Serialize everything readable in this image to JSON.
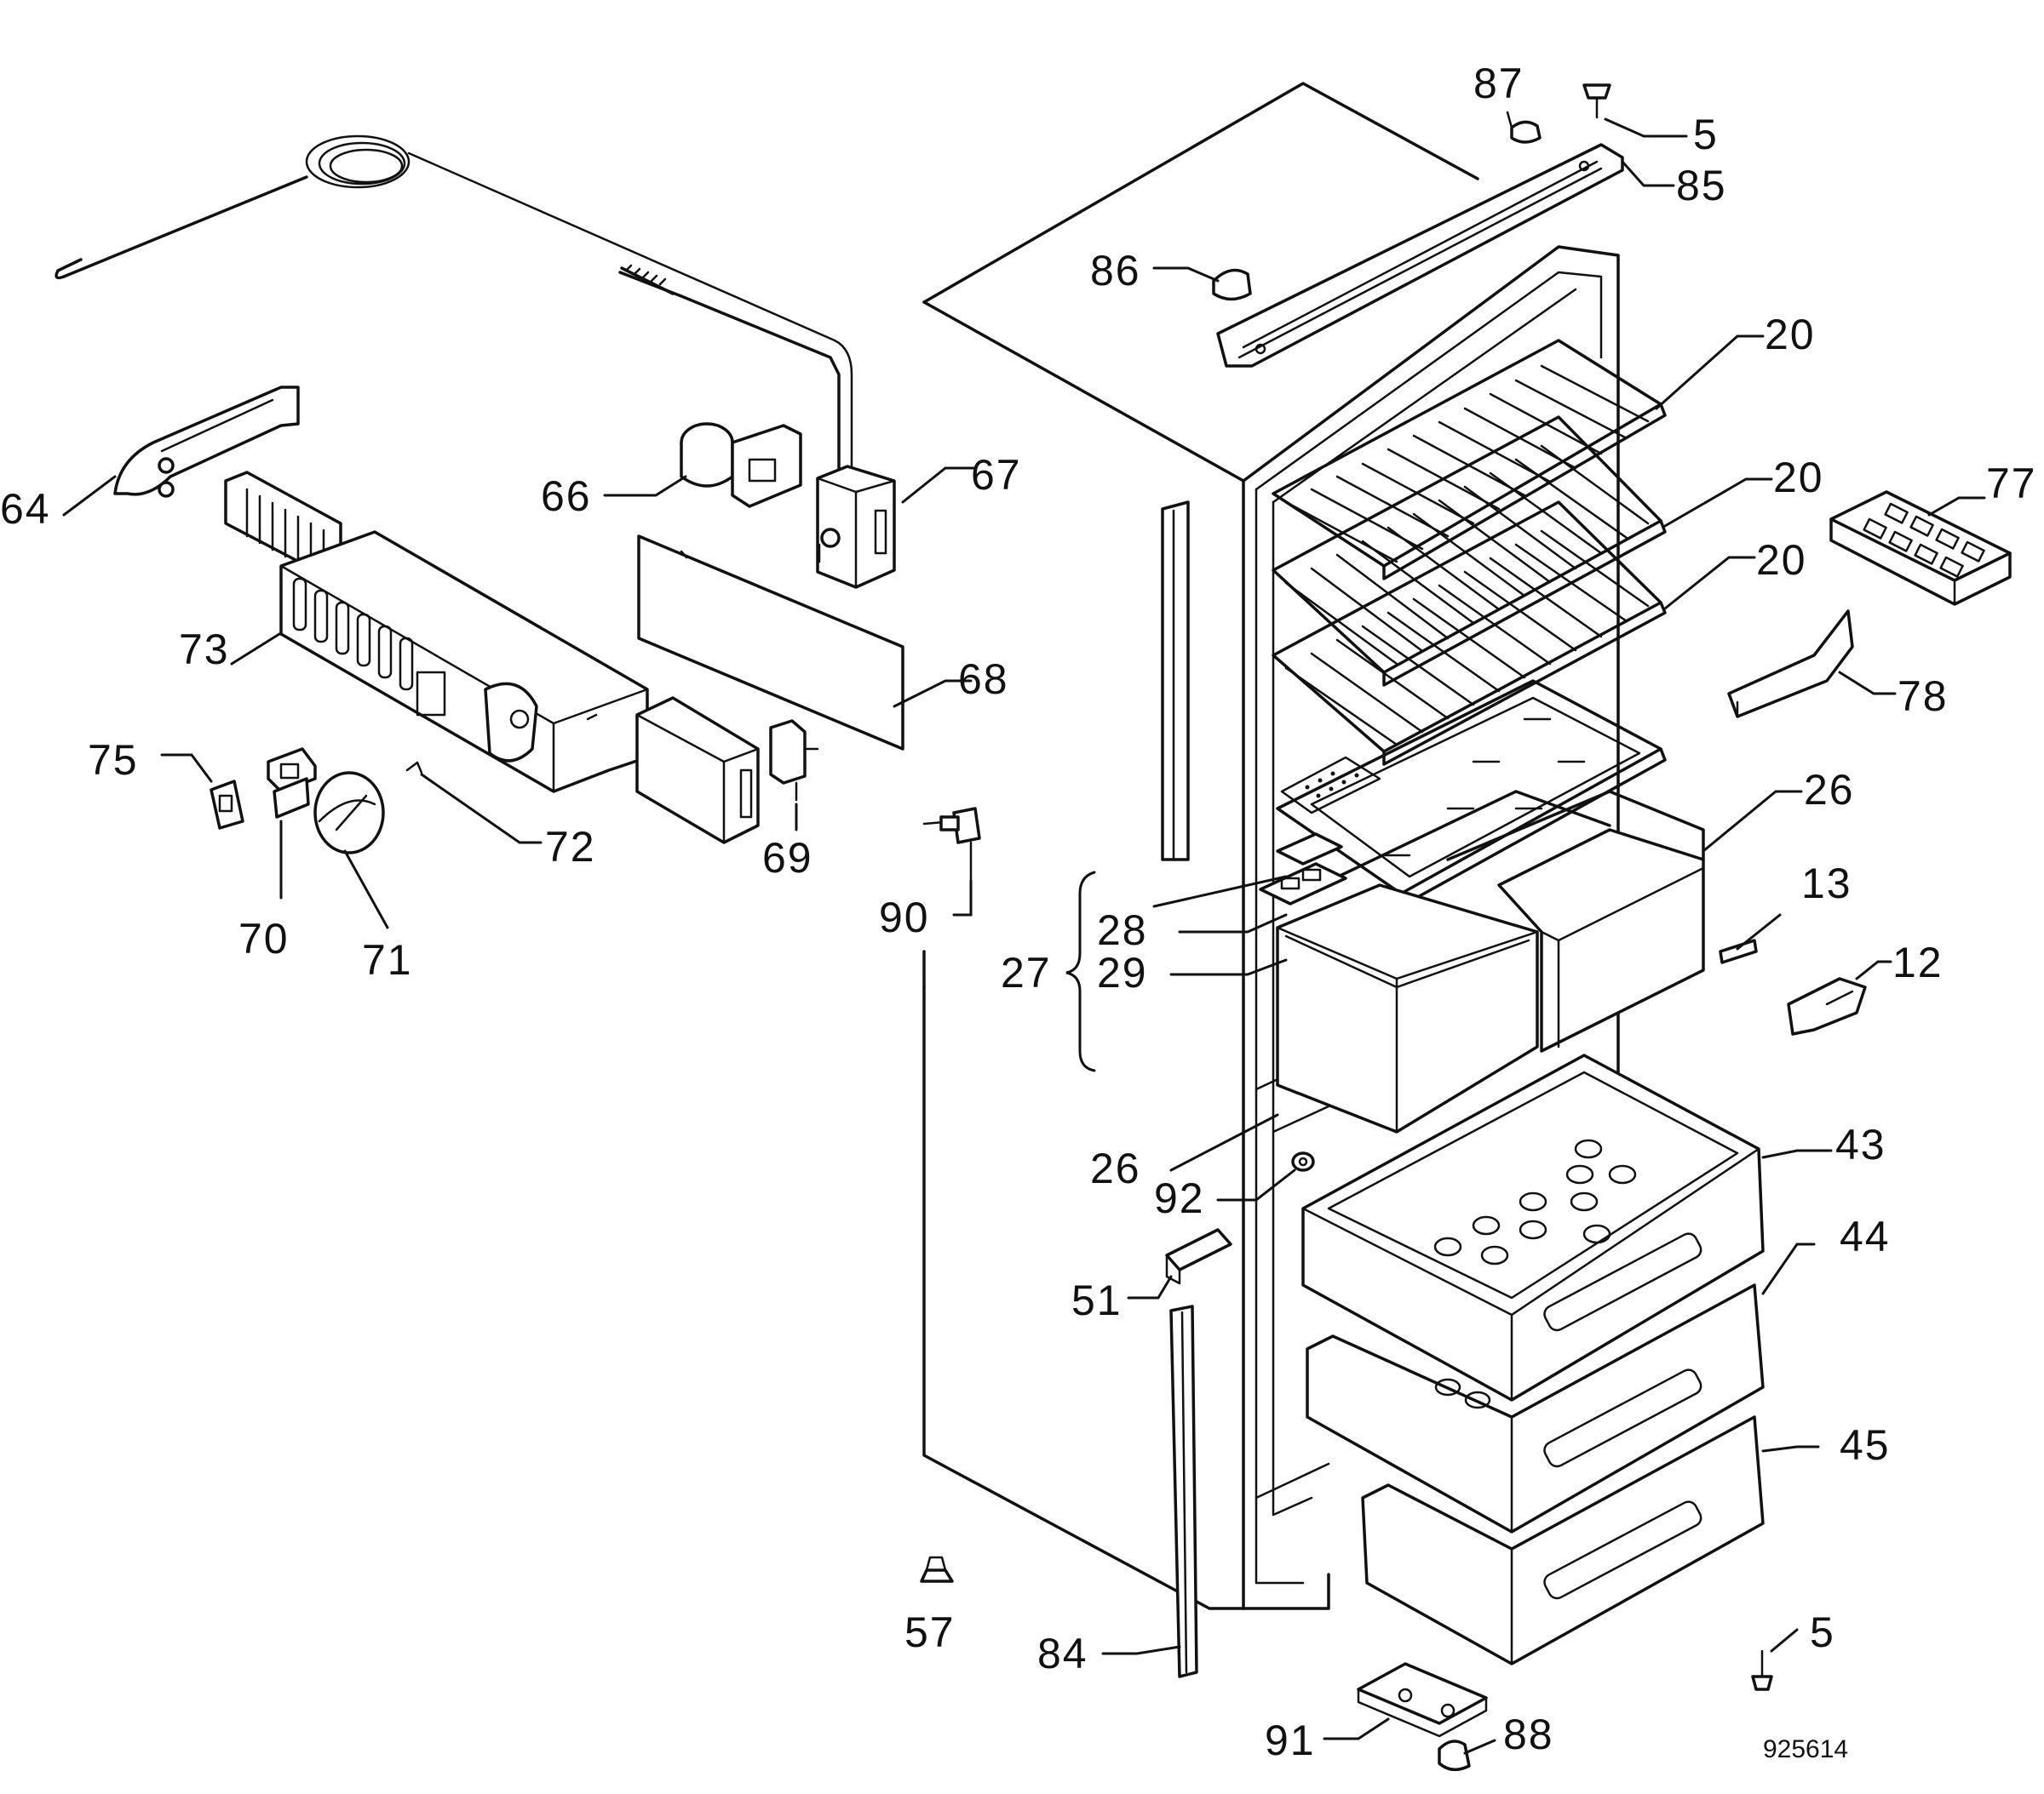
{
  "diagram": {
    "drawing_number": "925614",
    "callouts": {
      "c5a": "5",
      "c5b": "5",
      "c12": "12",
      "c13": "13",
      "c20a": "20",
      "c20b": "20",
      "c20c": "20",
      "c26a": "26",
      "c26b": "26",
      "c27": "27",
      "c28": "28",
      "c29": "29",
      "c43": "43",
      "c44": "44",
      "c45": "45",
      "c51": "51",
      "c57": "57",
      "c64": "64",
      "c66": "66",
      "c67": "67",
      "c68": "68",
      "c69": "69",
      "c70": "70",
      "c71": "71",
      "c72": "72",
      "c73": "73",
      "c75": "75",
      "c77": "77",
      "c78": "78",
      "c84": "84",
      "c85": "85",
      "c86": "86",
      "c87": "87",
      "c88": "88",
      "c90": "90",
      "c91": "91",
      "c92": "92"
    }
  }
}
